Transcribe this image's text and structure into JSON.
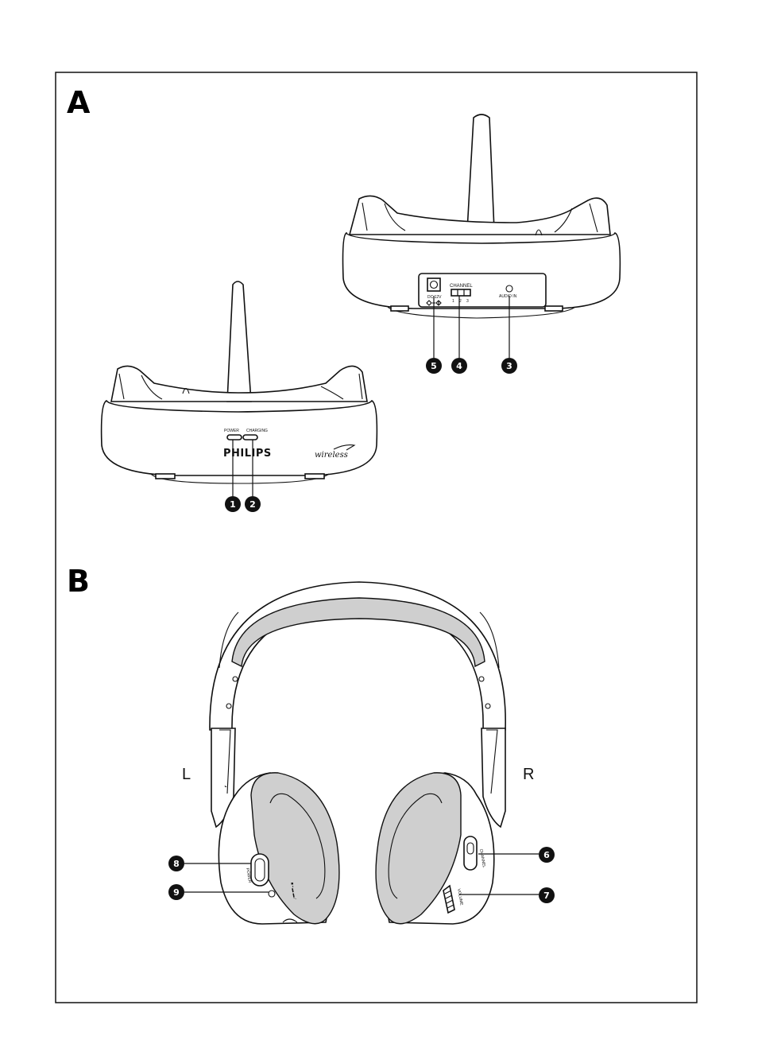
{
  "sections": {
    "a": {
      "letter": "A"
    },
    "b": {
      "letter": "B"
    }
  },
  "front_base": {
    "power_label": "POWER",
    "charging_label": "CHARGING",
    "brand": "PHILIPS",
    "wireless_logo": "wireless"
  },
  "rear_base": {
    "dc_label": "DC 12V",
    "channel_label": "CHANNEL",
    "channel_numbers": [
      "1",
      "2",
      "3"
    ],
    "audio_in_label": "AUDIO IN"
  },
  "headphones": {
    "left_label": "L",
    "right_label": "R",
    "power_button_text": "POWER",
    "channel_switch_text": "CHANNEL",
    "volume_text": "VOLUME",
    "left_cup_marks": "■ • ▬ ▬ ⁄"
  },
  "callouts": [
    "1",
    "2",
    "3",
    "4",
    "5",
    "6",
    "7",
    "8",
    "9"
  ]
}
